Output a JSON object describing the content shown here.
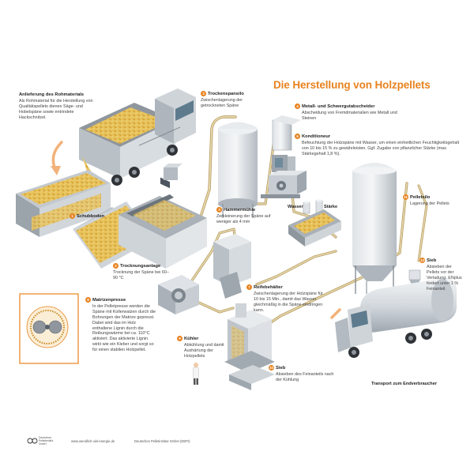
{
  "title": "Die Herstellung von Holzpellets",
  "intro": {
    "heading": "Anlieferung des Rohmaterials",
    "text": "Als Rohmaterial für die Herstellung von Qualitätspellets dienen Säge- und Hobelspäne sowie entrindete Hackschnitzel."
  },
  "steps": [
    {
      "n": "1",
      "heading": "Schubboden",
      "text": ""
    },
    {
      "n": "2",
      "heading": "Trocknungsanlage",
      "text": "Trocknung der Späne bei 60–90 °C"
    },
    {
      "n": "3",
      "heading": "Trockenspansilo",
      "text": "Zwischenlagerung der getrockneten Späne"
    },
    {
      "n": "3",
      "heading": "Hammermühle",
      "text": "Zerkleinerung der Späne auf weniger als 4 mm"
    },
    {
      "n": "4",
      "heading": "Metall- und Schwergutabscheider",
      "text": "Abscheidung von Fremdmaterialien wie Metall und Steinen"
    },
    {
      "n": "6",
      "heading": "Konditioneur",
      "text": "Befeuchtung der Holzspäne mit Wasser, um einen einheitlichen Feuchtigkeitsgehalt von 10 bis 15 % zu gewährleisten. Ggf. Zugabe von pflanzlicher Stärke (max. Stärkegehalt 1,8 %)."
    },
    {
      "n": "7",
      "heading": "Reifebehälter",
      "text": "Zwischenlagerung der Holzspäne für 10 bis 15 Min., damit das Wasser gleichmäßig in die Späne eindringen kann."
    },
    {
      "n": "8",
      "heading": "Matrizenpresse",
      "text": "In der Pelletpresse werden die Späne mit Kollerwalzen durch die Bohrungen der Matrize gepresst. Dabei wird das im Holz enthaltene Lignin durch die Reibungswärme bei ca. 110°C aktiviert. Das aktivierte Lignin wirkt wie ein Kleber und sorgt so für einen stabilen Holzpellet."
    },
    {
      "n": "9",
      "heading": "Kühler",
      "text": "Abkühlung und damit Aushärtung der Holzpellets"
    },
    {
      "n": "10",
      "heading": "Sieb",
      "text": "Absieben des Feinanteils nach der Kühlung"
    },
    {
      "n": "11",
      "heading": "Pelletsilo",
      "text": "Lagerung der Pellets"
    },
    {
      "n": "12",
      "heading": "Sieb",
      "text": "Absieben der Pellets vor der Verladung. ENplus fordert unter 1 % Feinanteil."
    }
  ],
  "labels": {
    "water": "Wasser",
    "starch": "Stärke",
    "transport": "Transport zum Endverbraucher"
  },
  "footer": {
    "url": "www.wendlich-viel-energie.de",
    "org": "Deutsches Pelletinstitut GmbH (DEPI)",
    "logo_text": "Deutsches Pelletinstitut GmbH"
  },
  "colors": {
    "accent": "#e8821e",
    "steel": "#c9ced3",
    "pellet": "#e5b343",
    "conveyor": "#d9c99d"
  }
}
